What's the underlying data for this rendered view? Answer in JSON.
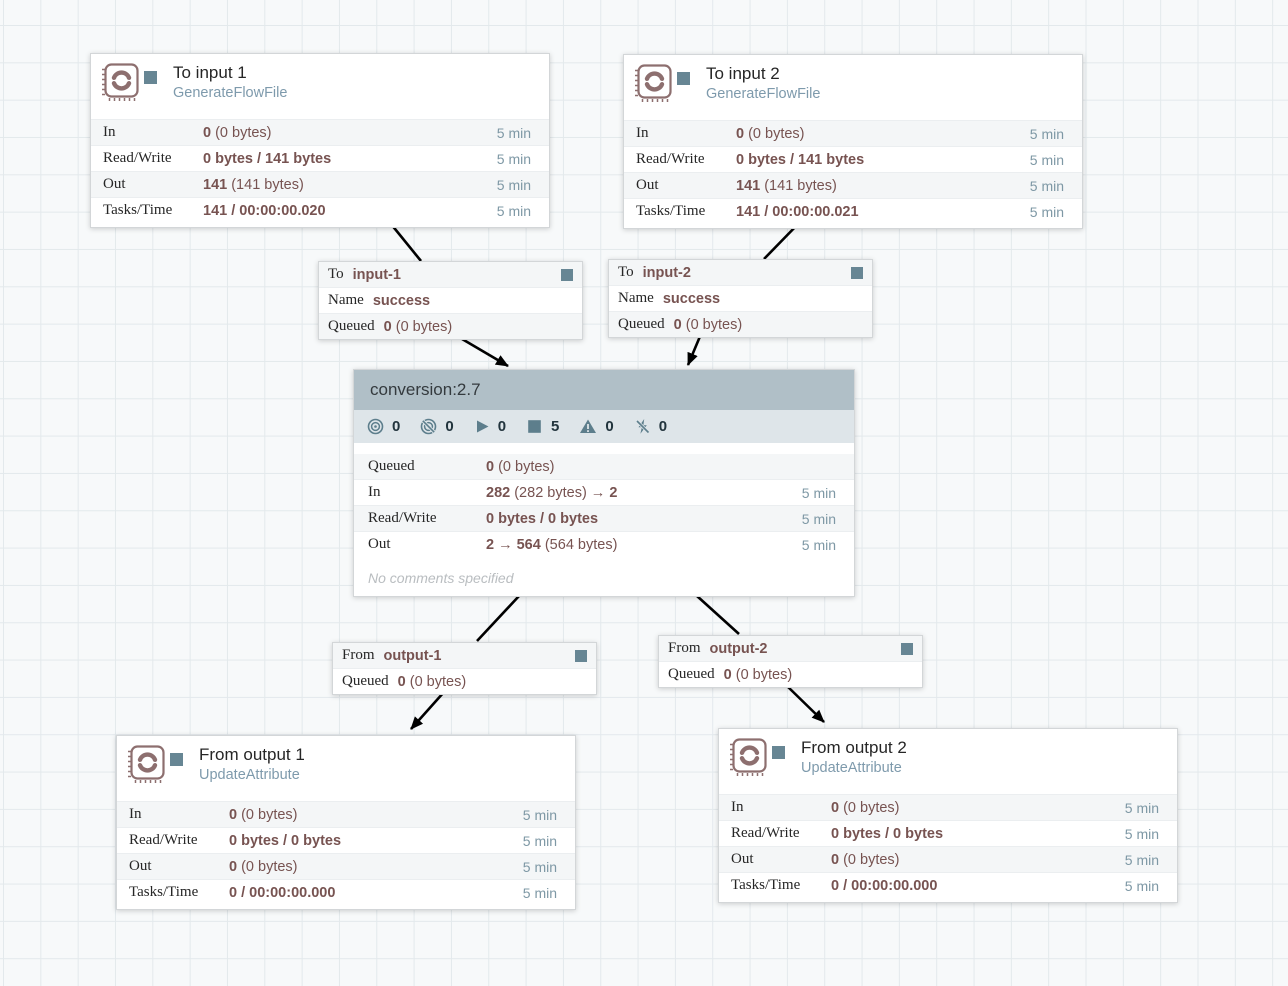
{
  "colors": {
    "value_maroon": "#775351",
    "period_blue": "#7e98a5",
    "state_slate": "#678694",
    "group_header_bg": "#b0bfc7",
    "badge_row_bg": "#dee5e9",
    "row_alt_bg": "#f4f6f7",
    "stamp_icon": "#8d6f6f",
    "type_blue": "#7e9aac",
    "wire_black": "#000000"
  },
  "processors": [
    {
      "title": "To input 1",
      "type": "GenerateFlowFile",
      "rows": [
        {
          "label": "In",
          "v1": "0",
          "v2": " (0 bytes)",
          "v3": "",
          "period": "5 min"
        },
        {
          "label": "Read/Write",
          "v1": "0 bytes / 141 bytes",
          "v2": "",
          "v3": "",
          "period": "5 min"
        },
        {
          "label": "Out",
          "v1": "141",
          "v2": " (141 bytes)",
          "v3": "",
          "period": "5 min"
        },
        {
          "label": "Tasks/Time",
          "v1": "141 / 00:00:00.020",
          "v2": "",
          "v3": "",
          "period": "5 min"
        }
      ]
    },
    {
      "title": "To input 2",
      "type": "GenerateFlowFile",
      "rows": [
        {
          "label": "In",
          "v1": "0",
          "v2": " (0 bytes)",
          "v3": "",
          "period": "5 min"
        },
        {
          "label": "Read/Write",
          "v1": "0 bytes / 141 bytes",
          "v2": "",
          "v3": "",
          "period": "5 min"
        },
        {
          "label": "Out",
          "v1": "141",
          "v2": " (141 bytes)",
          "v3": "",
          "period": "5 min"
        },
        {
          "label": "Tasks/Time",
          "v1": "141 / 00:00:00.021",
          "v2": "",
          "v3": "",
          "period": "5 min"
        }
      ]
    },
    {
      "title": "From output 1",
      "type": "UpdateAttribute",
      "rows": [
        {
          "label": "In",
          "v1": "0",
          "v2": " (0 bytes)",
          "v3": "",
          "period": "5 min"
        },
        {
          "label": "Read/Write",
          "v1": "0 bytes / 0 bytes",
          "v2": "",
          "v3": "",
          "period": "5 min"
        },
        {
          "label": "Out",
          "v1": "0",
          "v2": " (0 bytes)",
          "v3": "",
          "period": "5 min"
        },
        {
          "label": "Tasks/Time",
          "v1": "0 / 00:00:00.000",
          "v2": "",
          "v3": "",
          "period": "5 min"
        }
      ]
    },
    {
      "title": "From output 2",
      "type": "UpdateAttribute",
      "rows": [
        {
          "label": "In",
          "v1": "0",
          "v2": " (0 bytes)",
          "v3": "",
          "period": "5 min"
        },
        {
          "label": "Read/Write",
          "v1": "0 bytes / 0 bytes",
          "v2": "",
          "v3": "",
          "period": "5 min"
        },
        {
          "label": "Out",
          "v1": "0",
          "v2": " (0 bytes)",
          "v3": "",
          "period": "5 min"
        },
        {
          "label": "Tasks/Time",
          "v1": "0 / 00:00:00.000",
          "v2": "",
          "v3": "",
          "period": "5 min"
        }
      ]
    }
  ],
  "labels": [
    {
      "rows": [
        {
          "label": "To",
          "v1": "input-1",
          "v2": ""
        },
        {
          "label": "Name",
          "v1": "success",
          "v2": ""
        },
        {
          "label": "Queued",
          "v1": "0",
          "v2": " (0 bytes)"
        }
      ]
    },
    {
      "rows": [
        {
          "label": "To",
          "v1": "input-2",
          "v2": ""
        },
        {
          "label": "Name",
          "v1": "success",
          "v2": ""
        },
        {
          "label": "Queued",
          "v1": "0",
          "v2": " (0 bytes)"
        }
      ]
    },
    {
      "rows": [
        {
          "label": "From",
          "v1": "output-1",
          "v2": ""
        },
        {
          "label": "Queued",
          "v1": "0",
          "v2": " (0 bytes)"
        }
      ]
    },
    {
      "rows": [
        {
          "label": "From",
          "v1": "output-2",
          "v2": ""
        },
        {
          "label": "Queued",
          "v1": "0",
          "v2": " (0 bytes)"
        }
      ]
    }
  ],
  "group": {
    "title": "conversion:2.7",
    "badges": [
      {
        "icon": "transmitting-icon",
        "count": "0"
      },
      {
        "icon": "not-transmitting-icon",
        "count": "0"
      },
      {
        "icon": "running-icon",
        "count": "0"
      },
      {
        "icon": "stopped-icon",
        "count": "5"
      },
      {
        "icon": "invalid-icon",
        "count": "0"
      },
      {
        "icon": "disabled-icon",
        "count": "0"
      }
    ],
    "rows": [
      {
        "label": "Queued",
        "v1": "0",
        "v2": " (0 bytes)",
        "v3": "",
        "period": ""
      },
      {
        "label": "In",
        "v1": "282",
        "v2": " (282 bytes) ",
        "v3": "→ 2",
        "period": "5 min"
      },
      {
        "label": "Read/Write",
        "v1": "0 bytes / 0 bytes",
        "v2": "",
        "v3": "",
        "period": "5 min"
      },
      {
        "label": "Out",
        "v1": "2 → 564",
        "v2": " (564 bytes)",
        "v3": "",
        "period": "5 min"
      }
    ],
    "comments": "No comments specified"
  }
}
